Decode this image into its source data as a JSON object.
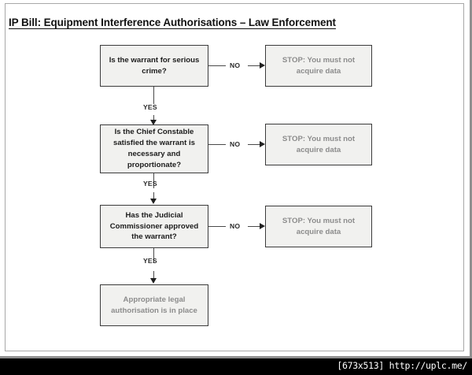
{
  "title": "IP Bill: Equipment Interference Authorisations – Law Enforcement",
  "watermark": "[673x513] http://uplc.me/",
  "colors": {
    "node_fill": "#f1f1ef",
    "node_border": "#3b3b3b",
    "decision_text": "#1c1c1c",
    "terminal_text": "#8c8c8c",
    "connector": "#4a4a4a",
    "title_text": "#111111",
    "frame": "#8f8f8f",
    "watermark_bar": "#000000"
  },
  "flowchart": {
    "type": "flowchart",
    "orientation": "top-to-bottom",
    "nodes": [
      {
        "id": "q1",
        "kind": "decision",
        "label": "Is the warrant for serious crime?"
      },
      {
        "id": "stop1",
        "kind": "terminal",
        "label": "STOP: You must not acquire data"
      },
      {
        "id": "q2",
        "kind": "decision",
        "label": "Is the Chief Constable satisfied the warrant is necessary and proportionate?"
      },
      {
        "id": "stop2",
        "kind": "terminal",
        "label": "STOP: You must not acquire data"
      },
      {
        "id": "q3",
        "kind": "decision",
        "label": "Has the Judicial Commissioner approved the warrant?"
      },
      {
        "id": "stop3",
        "kind": "terminal",
        "label": "STOP: You must not acquire data"
      },
      {
        "id": "end",
        "kind": "terminal",
        "label": "Appropriate legal authorisation is in place"
      }
    ],
    "edges": [
      {
        "from": "q1",
        "to": "stop1",
        "label": "NO"
      },
      {
        "from": "q1",
        "to": "q2",
        "label": "YES"
      },
      {
        "from": "q2",
        "to": "stop2",
        "label": "NO"
      },
      {
        "from": "q2",
        "to": "q3",
        "label": "YES"
      },
      {
        "from": "q3",
        "to": "stop3",
        "label": "NO"
      },
      {
        "from": "q3",
        "to": "end",
        "label": "YES"
      }
    ]
  }
}
